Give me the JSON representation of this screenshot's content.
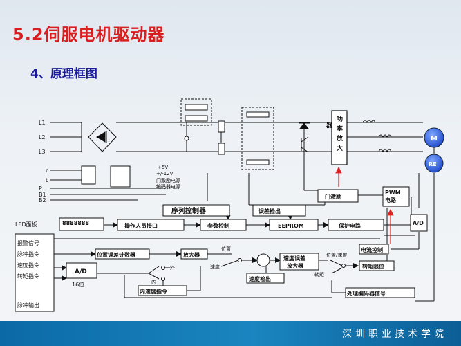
{
  "slide": {
    "title": "5.2伺服电机驱动器",
    "subtitle": "4、原理框图",
    "footer": "深圳职业技术学院"
  },
  "diagram": {
    "input_labels": {
      "l1": "L1",
      "l2": "L2",
      "l3": "L3",
      "r": "r",
      "t": "t",
      "p": "P",
      "b1": "B1",
      "b2": "B2"
    },
    "power_labels": {
      "plus5v": "+5V",
      "pm12v": "+/-12V",
      "door_power": "门激励电源",
      "encoder_power": "编码器电源"
    },
    "blocks": {
      "power_amp": "功率放大器",
      "motor": "M",
      "encoder": "RE",
      "gate_drive": "门激励",
      "pwm": "PWM电路",
      "sequence_ctrl": "序列控制器",
      "error_detect": "误差检出",
      "led_panel_label": "LED面板",
      "led_display": "8888888",
      "operator_if": "操作人员接口",
      "param_ctrl": "参数控制",
      "eeprom": "EEPROM",
      "protect": "保护电路",
      "ad_right": "A/D",
      "current_ctrl": "电流控制",
      "torque_limit": "转矩限位",
      "pos_counter": "位置误差计数器",
      "amplifier": "放大器",
      "speed_amp": "速度误差放大器",
      "speed_detect": "速度检出",
      "ad_left": "A/D",
      "bits16": "16位",
      "inner_speed": "内速度指令",
      "encoder_proc": "处理编码器信号"
    },
    "signals": {
      "alarm": "报警信号",
      "pulse_cmd": "脉冲指令",
      "speed_cmd": "速度指令",
      "torque_cmd": "转矩指令",
      "pulse_out": "脉冲输出",
      "position": "位置",
      "speed": "速度",
      "outer": "外",
      "inner": "内",
      "pos_speed": "位置/速度",
      "torque": "转矩"
    }
  }
}
